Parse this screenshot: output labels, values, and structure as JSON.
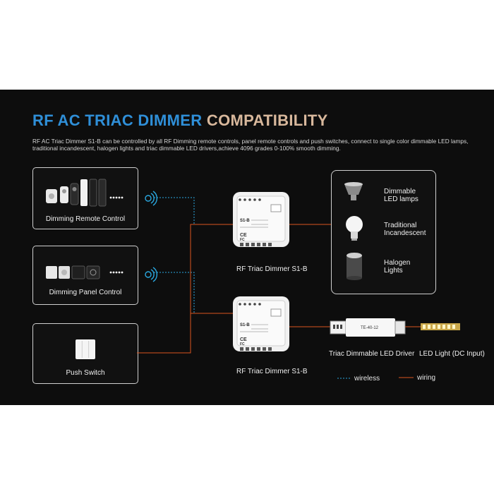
{
  "header": {
    "title_part1": "RF AC TRIAC DIMMER",
    "title_part2": "COMPATIBILITY",
    "description": "RF AC Triac Dimmer S1-B can be controlled by all RF Dimming remote controls, panel remote controls and push switches, connect to single color dimmable LED lamps, traditional incandescent, halogen lights and triac dimmable  LED drivers,achieve 4096 grades 0-100% smooth dimming."
  },
  "inputs": [
    {
      "label": "Dimming Remote Control"
    },
    {
      "label": "Dimming Panel Control"
    },
    {
      "label": "Push Switch"
    }
  ],
  "dimmers": [
    {
      "label": "RF Triac Dimmer  S1-B",
      "model": "S1-B"
    },
    {
      "label": "RF Triac Dimmer  S1-B",
      "model": "S1-B"
    }
  ],
  "outputs": {
    "lamps": [
      {
        "line1": "Dimmable",
        "line2": "LED lamps"
      },
      {
        "line1": "Traditional",
        "line2": "Incandescent"
      },
      {
        "line1": "Halogen",
        "line2": "Lights"
      }
    ],
    "driver_label": "Triac Dimmable LED Driver",
    "driver_model": "TE-40-12",
    "strip_label": "LED Light (DC Input)"
  },
  "legend": {
    "wireless": "wireless",
    "wiring": "wiring"
  },
  "colors": {
    "title_blue": "#2f8fd8",
    "title_beige": "#d8b89c",
    "wireless": "#2aa8e0",
    "wiring": "#d9551e"
  }
}
